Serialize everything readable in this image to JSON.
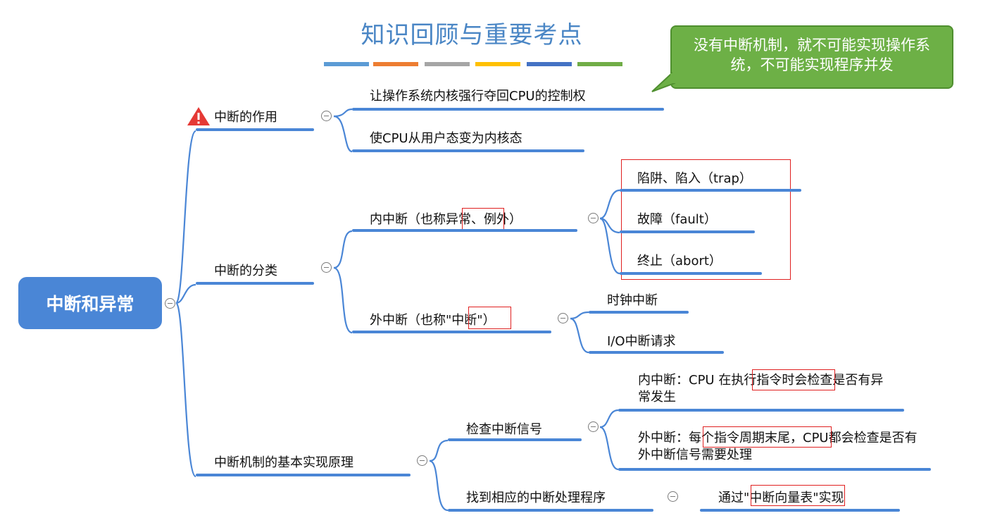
{
  "title": "知识回顾与重要考点",
  "title_bar_colors": [
    "#5b9bd5",
    "#ed7d31",
    "#a5a5a5",
    "#ffc000",
    "#4472c4",
    "#70ad47"
  ],
  "callout": "没有中断机制，就不可能实现操作系统，不可能实现程序并发",
  "root": "中断和异常",
  "warning_icon": "warning-triangle-icon",
  "branches": {
    "role": {
      "label": "中断的作用",
      "items": [
        "让操作系统内核强行夺回CPU的控制权",
        "使CPU从用户态变为内核态"
      ]
    },
    "classification": {
      "label": "中断的分类",
      "internal": {
        "pre": "内中断（也称",
        "highlight": "异常、",
        "post": "例外）",
        "items": [
          "陷阱、陷入（trap）",
          "故障（fault）",
          "终止（abort）"
        ]
      },
      "external": {
        "pre": "外中断（也称",
        "highlight": "\"中断\"",
        "post": "）",
        "items": [
          "时钟中断",
          "I/O中断请求"
        ]
      }
    },
    "mechanism": {
      "label": "中断机制的基本实现原理",
      "check": {
        "label": "检查中断信号",
        "internal": {
          "pre": "内中断：CPU 在",
          "highlight": "执行指令时",
          "post": "会检查是否有异常发生"
        },
        "external": {
          "pre": "外中断：",
          "highlight": "每个指令周期末尾",
          "post": "，CPU都会检查是否有外中断信号需要处理"
        }
      },
      "handler": {
        "label": "找到相应的中断处理程序",
        "item_pre": "通过",
        "item_highlight": "\"中断向量表\"",
        "item_post": "实现"
      }
    }
  }
}
